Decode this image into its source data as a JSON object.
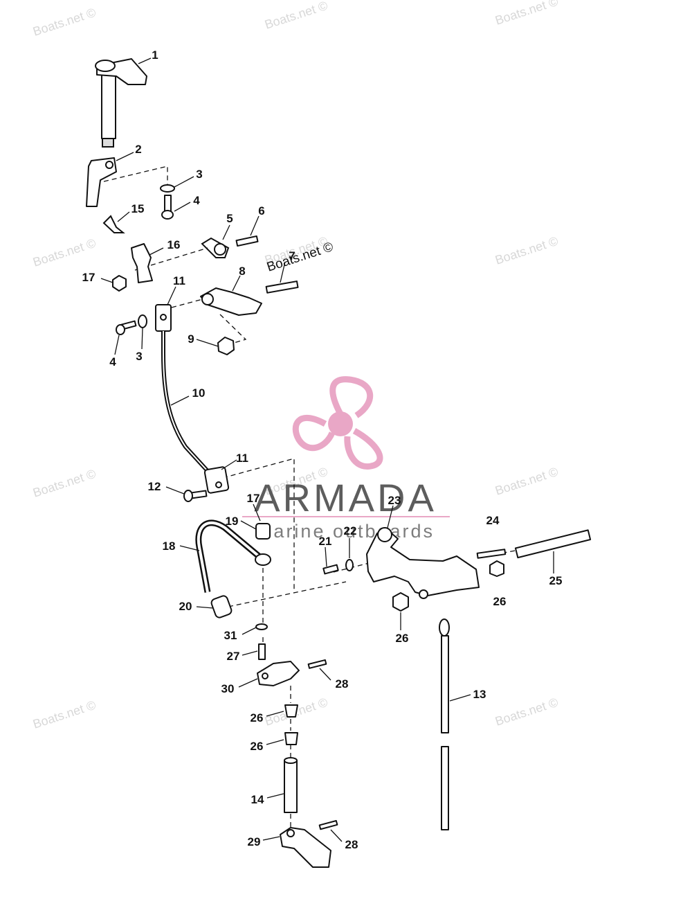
{
  "watermark_text": "Boats.net ©",
  "brand": {
    "name": "ARMADA",
    "tagline": "marine outboards",
    "accent_color": "#e8a3c4",
    "text_color": "#555555"
  },
  "callouts": [
    "1",
    "2",
    "3",
    "4",
    "15",
    "5",
    "6",
    "16",
    "17",
    "7",
    "8",
    "11",
    "3",
    "4",
    "9",
    "10",
    "11",
    "12",
    "17",
    "19",
    "23",
    "24",
    "22",
    "21",
    "18",
    "25",
    "20",
    "26",
    "31",
    "26",
    "27",
    "28",
    "30",
    "13",
    "26",
    "26",
    "14",
    "29",
    "28"
  ]
}
